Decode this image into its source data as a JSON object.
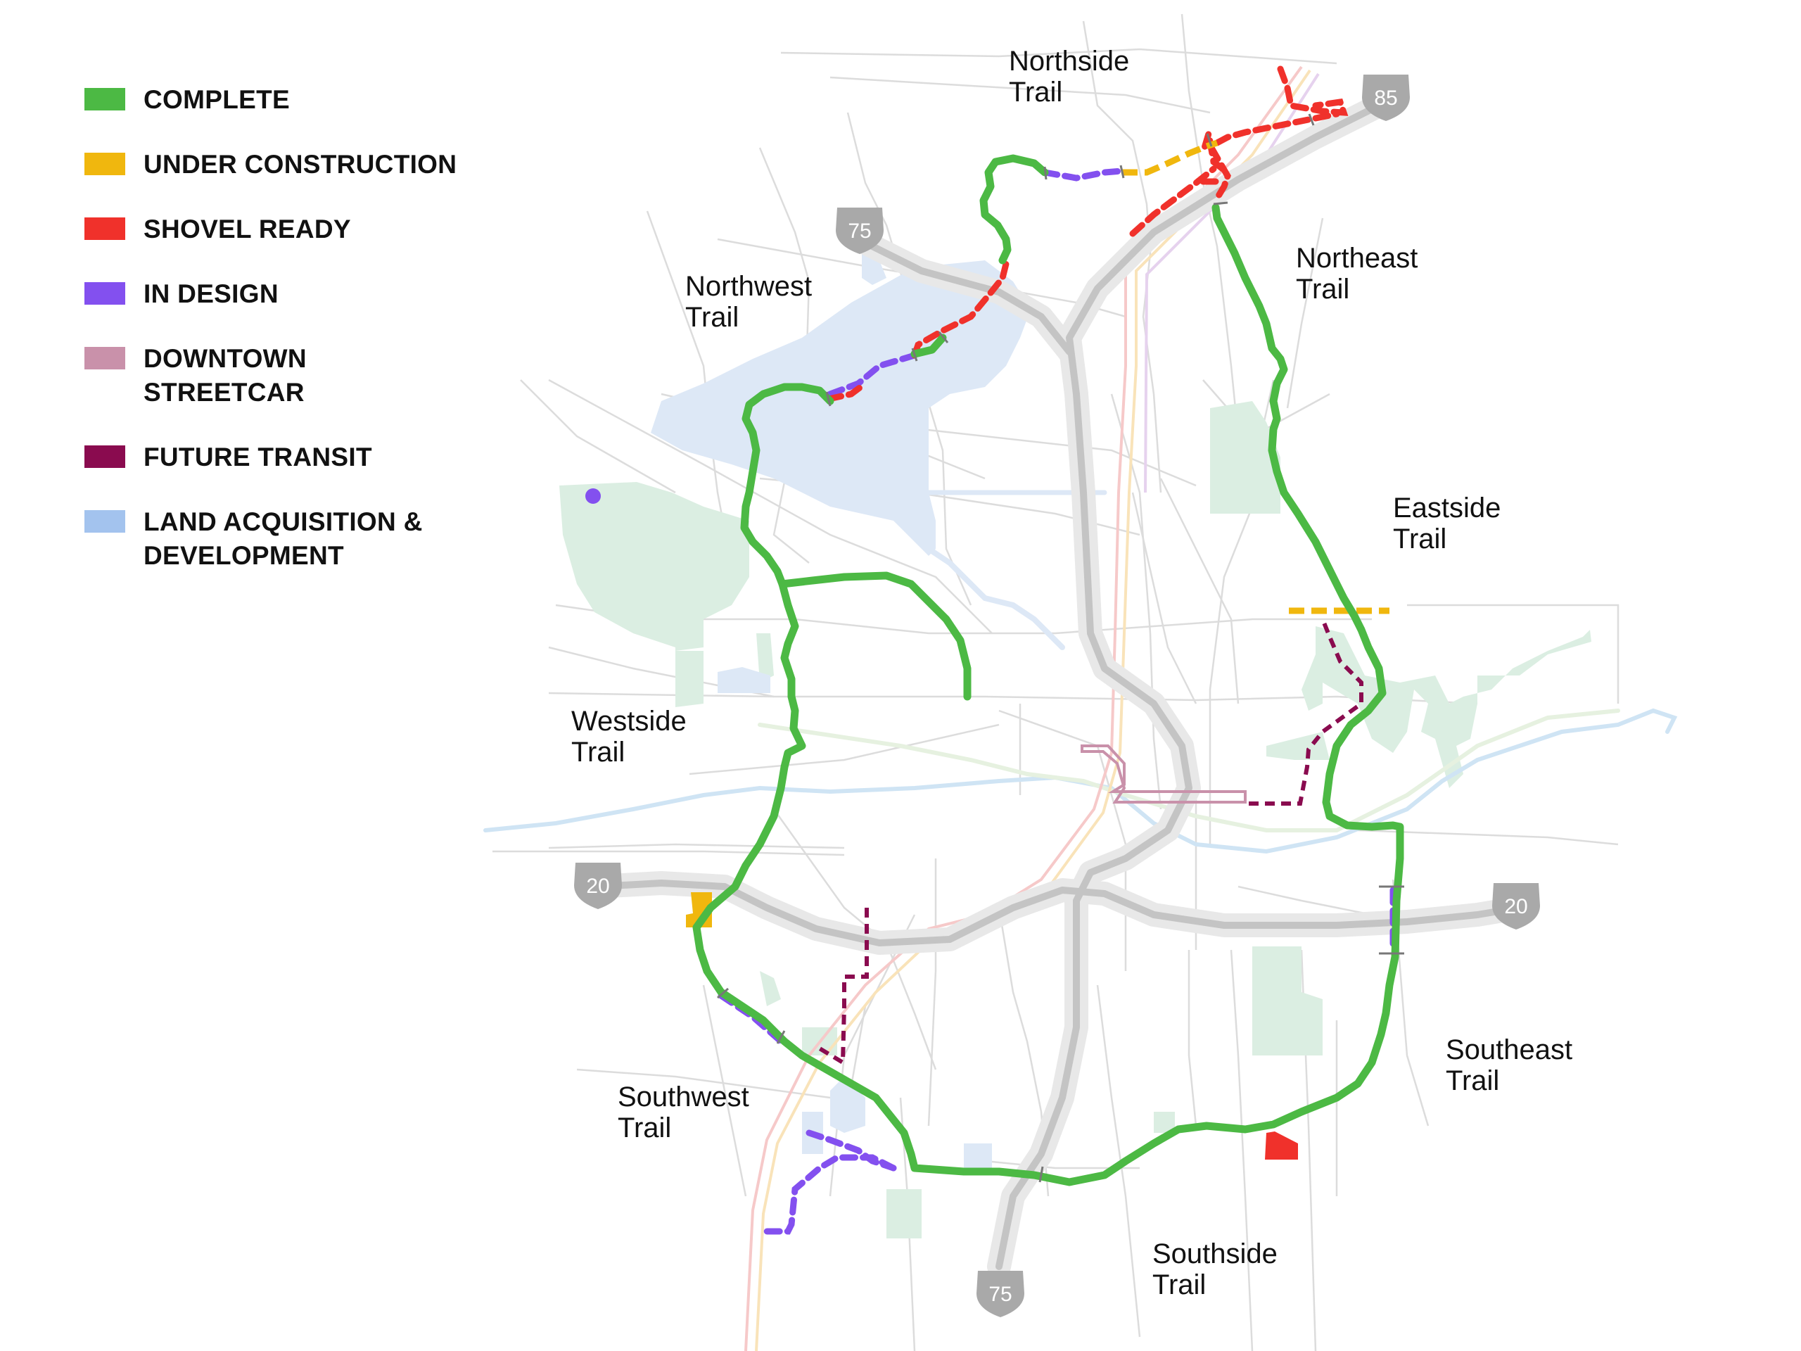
{
  "legend": [
    {
      "label": "COMPLETE",
      "color": "#4cb944"
    },
    {
      "label": "UNDER CONSTRUCTION",
      "color": "#f0b70e"
    },
    {
      "label": "SHOVEL READY",
      "color": "#f0312b"
    },
    {
      "label": "IN DESIGN",
      "color": "#8350ef"
    },
    {
      "label": "DOWNTOWN\nSTREETCAR",
      "color": "#c991aa"
    },
    {
      "label": "FUTURE TRANSIT",
      "color": "#8a0b4f"
    },
    {
      "label": "LAND ACQUISITION &\nDEVELOPMENT",
      "color": "#a3c3ee"
    }
  ],
  "trails": {
    "northside": [
      "Northside",
      "Trail"
    ],
    "northwest": [
      "Northwest",
      "Trail"
    ],
    "northeast": [
      "Northeast",
      "Trail"
    ],
    "eastside": [
      "Eastside",
      "Trail"
    ],
    "westside": [
      "Westside",
      "Trail"
    ],
    "southwest": [
      "Southwest",
      "Trail"
    ],
    "southeast": [
      "Southeast",
      "Trail"
    ],
    "southside": [
      "Southside",
      "Trail"
    ]
  },
  "shields": {
    "i85": "85",
    "i75_north": "75",
    "i75_south": "75",
    "i20_west": "20",
    "i20_east": "20"
  },
  "icons": {
    "interstate_shield": "interstate-shield-icon",
    "poi_dot": "point-of-interest-icon"
  }
}
